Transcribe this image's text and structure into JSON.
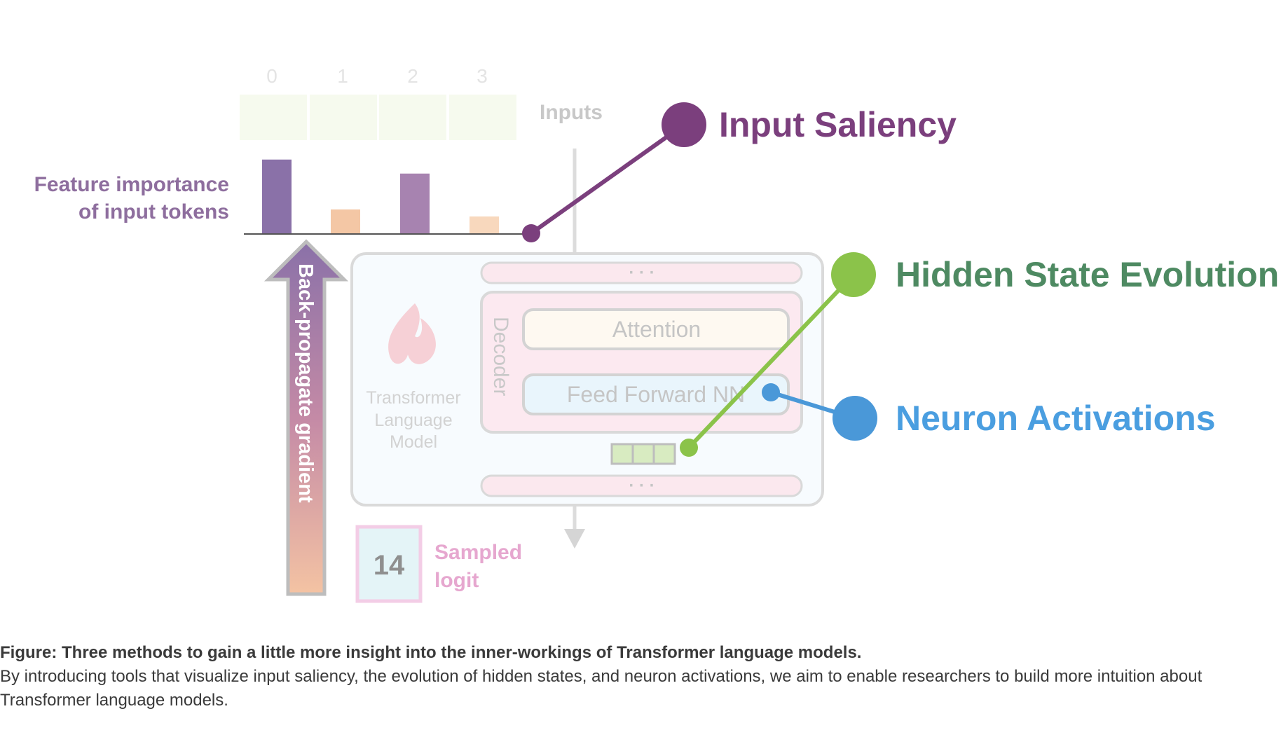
{
  "labels": {
    "inputs": "Inputs",
    "feature_importance_line1": "Feature importance",
    "feature_importance_line2": "of input tokens",
    "backprop": "Back-propagate gradient",
    "decoder": "Decoder",
    "attention": "Attention",
    "feed_forward": "Feed Forward NN",
    "transformer_line1": "Transformer",
    "transformer_line2": "Language",
    "transformer_line3": "Model",
    "ellipsis": "· · ·",
    "logit_value": "14",
    "sampled_line1": "Sampled",
    "sampled_line2": "logit",
    "input_saliency": "Input Saliency",
    "hidden_state": "Hidden State Evolution",
    "neuron_activations": "Neuron Activations"
  },
  "token_indices": [
    "0",
    "1",
    "2",
    "3"
  ],
  "feature_importance": [
    0.85,
    0.28,
    0.69,
    0.2
  ],
  "caption": {
    "title": "Figure: Three methods to gain a little more insight into the inner-workings of Transformer language models.",
    "body": "By introducing tools that visualize input saliency, the evolution of hidden states, and neuron activations, we aim to enable researchers to build more intuition about Transformer language models."
  },
  "colors": {
    "saliency": "#7b3f7d",
    "hidden": "#8bc34a",
    "hidden_text": "#4e8a62",
    "neuron": "#4a98d8",
    "neuron_text": "#4a9ee0",
    "feature_text": "#8e6e9e",
    "sampled_text": "#e6a7cf"
  }
}
